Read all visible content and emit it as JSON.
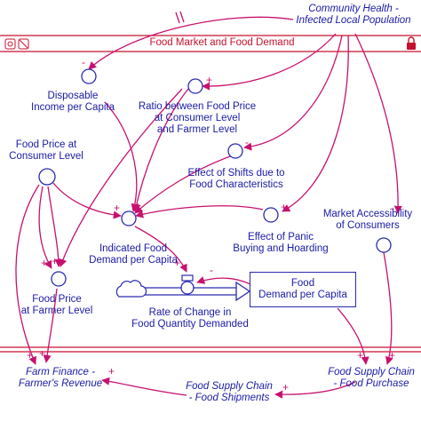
{
  "sector": {
    "title": "Food Market and Food Demand",
    "lock_icon": "lock-icon",
    "icons": [
      "gear-icon",
      "hide-icon"
    ]
  },
  "variables": {
    "community_health": [
      "Community Health -",
      "Infected Local Population"
    ],
    "disposable_income": [
      "Disposable",
      "Income per Capita"
    ],
    "ratio_price": [
      "Ratio between Food Price",
      "at Consumer Level",
      "and Farmer Level"
    ],
    "food_price_consumer": [
      "Food Price at",
      "Consumer Level"
    ],
    "effect_shifts": [
      "Effect of Shifts due to",
      "Food Characteristics"
    ],
    "indicated_demand": [
      "Indicated Food",
      "Demand per Capita"
    ],
    "effect_panic": [
      "Effect of Panic",
      "Buying and Hoarding"
    ],
    "market_access": [
      "Market Accessibility",
      "of Consumers"
    ],
    "food_price_farmer": [
      "Food Price",
      "at Farmer Level"
    ],
    "rate_change": [
      "Rate of Change in",
      "Food Quantity Demanded"
    ],
    "food_demand_stock": [
      "Food",
      "Demand per Capita"
    ],
    "farm_finance": [
      "Farm Finance -",
      "Farmer's Revenue"
    ],
    "shipments": [
      "Food Supply Chain",
      "- Food Shipments"
    ],
    "purchase": [
      "Food Supply Chain",
      "- Food Purchase"
    ]
  },
  "polarity": {
    "negative": "-",
    "positive": "+"
  },
  "colors": {
    "link": "#c8106e",
    "node": "#2a2ab0",
    "text": "#1a1aa6",
    "sector_border": "#c8102e"
  }
}
